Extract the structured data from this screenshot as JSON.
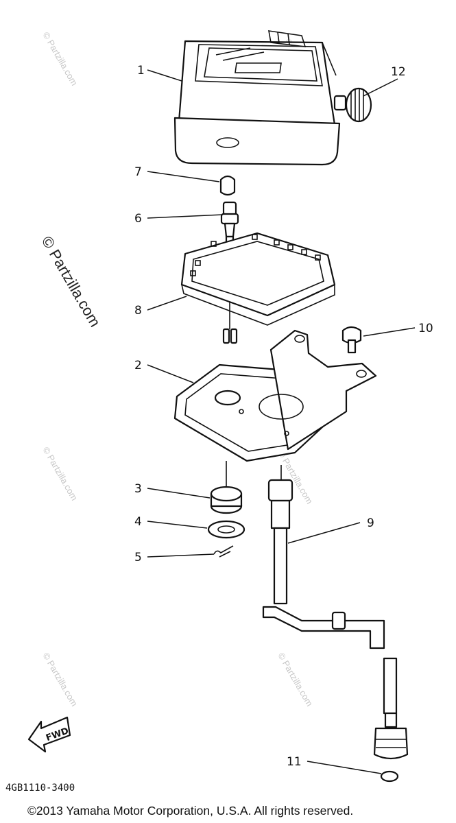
{
  "diagram": {
    "callouts": [
      "1",
      "2",
      "3",
      "4",
      "5",
      "6",
      "7",
      "8",
      "9",
      "10",
      "11",
      "12"
    ],
    "watermark": "© Partzilla.com",
    "fwd_label": "FWD",
    "part_code": "4GB1110-3400",
    "copyright": "©2013  Yamaha Motor Corporation, U.S.A. All rights reserved."
  }
}
